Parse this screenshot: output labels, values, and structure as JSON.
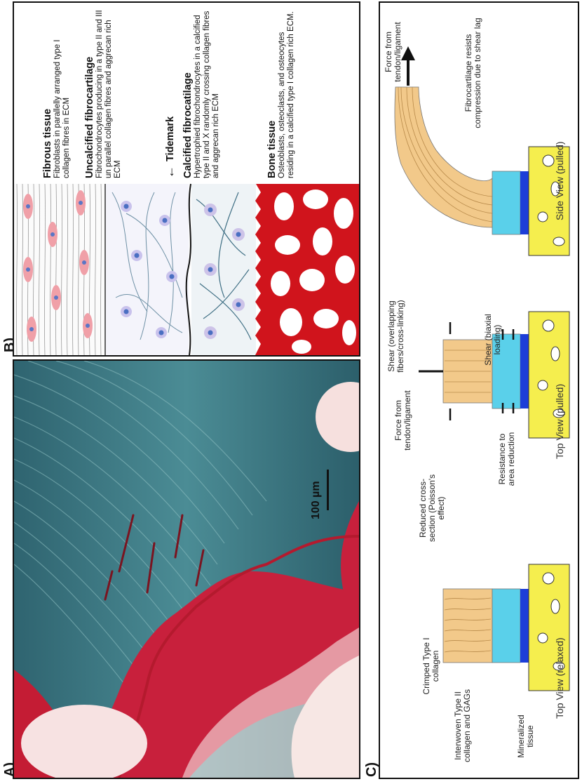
{
  "panel_labels": {
    "a": "A)",
    "b": "B)",
    "c": "C)"
  },
  "panel_a": {
    "scale_bar": "100 µm"
  },
  "panel_b": {
    "zones": [
      {
        "title": "Fibrous tissue",
        "description": "Fibroblasts in parallelly arranged type I collagen fibres in ECM"
      },
      {
        "title": "Uncalcified fibrocartilage",
        "description": "Fibrochondrocytes producing in a type II and III un parallel collagen fibres and aggrecan rich ECM"
      },
      {
        "title": "Calcified fibrocatilage",
        "description": "Hypertrophied fibrochondrocytes in a calcified type II and X randomly crossing collagen fibres and aggrecan rich ECM"
      },
      {
        "title": "Bone tissue",
        "description": "Osteoblasts, osteoclasts, and osteocytes residing in a calcified type I collagen rich ECM."
      }
    ],
    "tidemark": "Tidemark"
  },
  "panel_c": {
    "views": [
      "Top View (relaxed)",
      "Top View (pulled)",
      "Side View (pulled)"
    ],
    "relaxed_labels": {
      "collagen1": "Crimped Type I collagen",
      "collagen2": "Interwoven Type II collagen and GAGs",
      "mineral": "Mineralized tissue"
    },
    "pulled_labels": {
      "force": "Force from tendon/ligament",
      "reduced": "Reduced cross-section (Poisson's effect)",
      "resistance": "Resistance to area reduction",
      "shear1": "Shear (overlapping fibers/cross-linking)",
      "shear2": "Shear (biaxial loading)"
    },
    "side_labels": {
      "force": "Force from tendon/ligament",
      "fibro": "Fibrocartilage resists compression due to shear lag"
    }
  },
  "colors": {
    "collagen": "#f2c98a",
    "fibrocartilage": "#5ad0ea",
    "calcified": "#1d3ed8",
    "bone": "#f5ee4e",
    "bone_red": "#d0141c",
    "histo_blue": "#3e7a86",
    "histo_red": "#c8203c"
  }
}
